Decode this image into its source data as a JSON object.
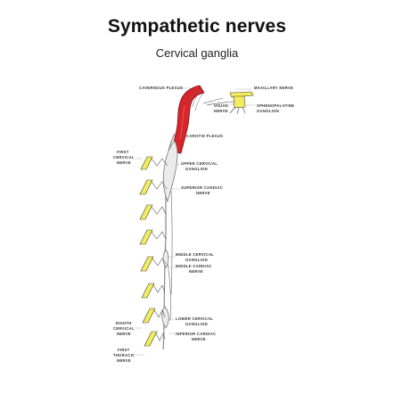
{
  "title": "Sympathetic nerves",
  "subtitle": "Cervical ganglia",
  "labels": {
    "cavernous_plexus": "CAVERNOUS PLEXUS",
    "maxillary_nerve": "MAXILLARY NERVE",
    "vidian_nerve_1": "VIDIAN",
    "vidian_nerve_2": "NERVE",
    "sphenopalatine_1": "SPHENOPALATINE",
    "sphenopalatine_2": "GANGLION",
    "carotid_plexus": "CAROTID PLEXUS",
    "first_cervical_1": "FIRST",
    "first_cervical_2": "CERVICAL",
    "first_cervical_3": "NERVE",
    "upper_cervical_1": "UPPER CERVICAL",
    "upper_cervical_2": "GANGLION",
    "superior_cardiac_1": "SUPERIOR CARDIAC",
    "superior_cardiac_2": "NERVE",
    "middle_cervical_1": "MIDDLE CERVICAL",
    "middle_cervical_2": "GANGLION",
    "middle_cardiac_1": "MIDDLE CARDIAC",
    "middle_cardiac_2": "NERVE",
    "lower_cervical_1": "LOWER CERVICAL",
    "lower_cervical_2": "GANGLION",
    "inferior_cardiac_1": "INFERIOR CARDIAC",
    "inferior_cardiac_2": "NERVE",
    "eighth_cervical_1": "EIGHTH",
    "eighth_cervical_2": "CERVICAL",
    "eighth_cervical_3": "NERVE",
    "first_thoracic_1": "FIRST",
    "first_thoracic_2": "THORACIC",
    "first_thoracic_3": "NERVE"
  },
  "colors": {
    "artery": "#d7252b",
    "nerve_yellow": "#f2ec5c",
    "nerve_outline": "#444444",
    "trunk": "#e9e9e9",
    "leader": "#555555"
  }
}
